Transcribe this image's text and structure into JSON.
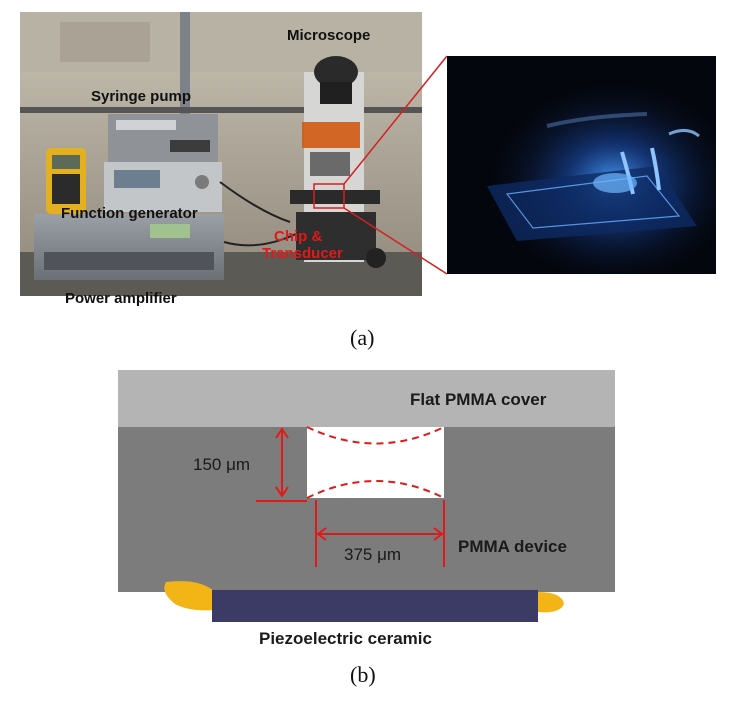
{
  "panel_a": {
    "labels": {
      "microscope": "Microscope",
      "syringe_pump": "Syringe pump",
      "function_generator": "Function generator",
      "power_amplifier": "Power amplifier",
      "chip_transducer_line1": "Chip &",
      "chip_transducer_line2": "Transducer"
    },
    "caption": "(a)"
  },
  "panel_b": {
    "labels": {
      "cover": "Flat PMMA cover",
      "device": "PMMA device",
      "piezo": "Piezoelectric ceramic",
      "height": "150 μm",
      "width": "375 μm"
    },
    "caption": "(b)"
  },
  "colors": {
    "cover": "#b4b4b4",
    "device": "#7c7c7c",
    "piezo": "#3b3b66",
    "glue": "#f2b515",
    "dimension": "#e01a1a",
    "callout": "#d42020"
  }
}
